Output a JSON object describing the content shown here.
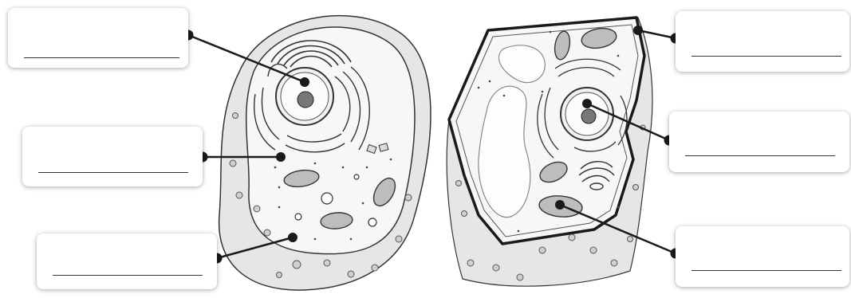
{
  "title": "",
  "labels": [
    {
      "id": "box-1",
      "value": "",
      "placeholder": ""
    },
    {
      "id": "box-2",
      "value": "",
      "placeholder": ""
    },
    {
      "id": "box-3",
      "value": "",
      "placeholder": ""
    },
    {
      "id": "box-4",
      "value": "",
      "placeholder": ""
    },
    {
      "id": "box-5",
      "value": "",
      "placeholder": ""
    },
    {
      "id": "box-6",
      "value": "",
      "placeholder": ""
    }
  ],
  "colors": {
    "outline": "#333333",
    "wall_fill": "#e6e6e6",
    "cytoplasm": "#f7f7f7",
    "organelle_fill": "#bdbdbd",
    "pointer": "#1a1a1a"
  },
  "icons": {
    "left_cell": "animal-cell-icon",
    "right_cell": "plant-cell-icon"
  }
}
